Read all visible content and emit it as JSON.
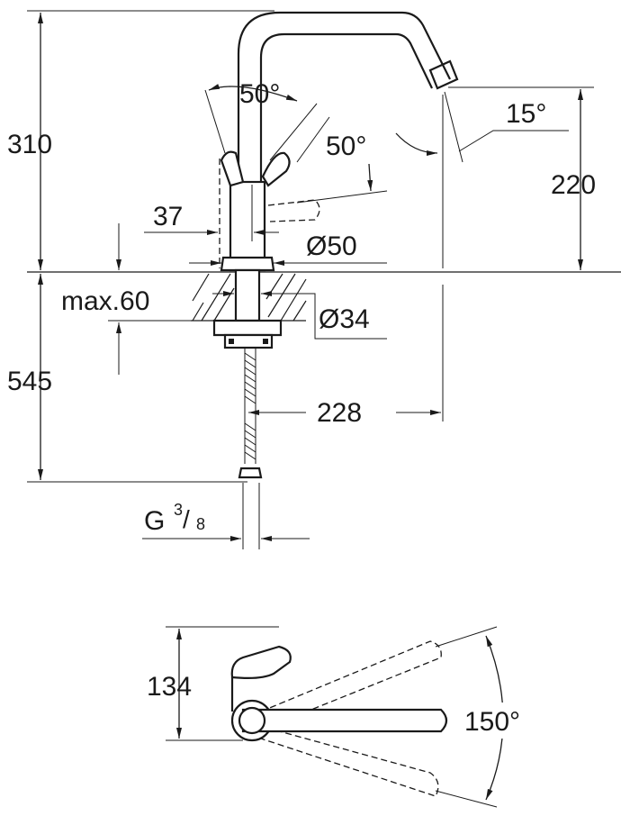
{
  "side_view": {
    "dims": {
      "height_above_deck": "310",
      "depth_below_deck": "545",
      "spout_outlet_height": "220",
      "spout_reach": "228",
      "lever_offset": "37",
      "base_diameter": "Ø50",
      "hole_diameter": "Ø34",
      "max_deck_thickness": "max.60",
      "lever_angle_top": "50°",
      "lever_angle_side": "50°",
      "spout_tilt_angle": "15°",
      "connection_thread": "G",
      "connection_num": "3",
      "connection_den": "8"
    }
  },
  "top_view": {
    "dims": {
      "body_depth": "134",
      "swivel_angle": "150°"
    }
  }
}
